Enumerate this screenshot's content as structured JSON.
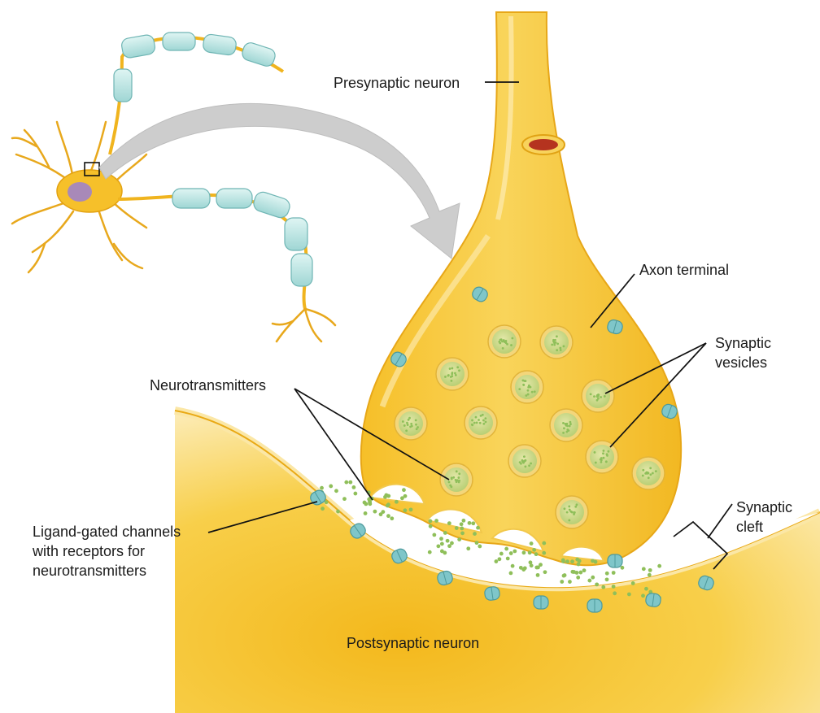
{
  "labels": {
    "presynaptic_neuron": "Presynaptic neuron",
    "axon_terminal": "Axon terminal",
    "synaptic_vesicles_line1": "Synaptic",
    "synaptic_vesicles_line2": "vesicles",
    "neurotransmitters": "Neurotransmitters",
    "ligand_line1": "Ligand-gated channels",
    "ligand_line2": "with receptors for",
    "ligand_line3": "neurotransmitters",
    "synaptic_cleft_line1": "Synaptic",
    "synaptic_cleft_line2": "cleft",
    "postsynaptic_neuron": "Postsynaptic neuron"
  },
  "colors": {
    "neuron_fill": "#f6c02a",
    "neuron_light": "#fbe08c",
    "neuron_edge": "#e6a516",
    "vesicle_ring": "#f3d67a",
    "vesicle_inner": "#c9d68a",
    "neurotransmitter_dot": "#8fbf5a",
    "channel": "#7fc6c9",
    "myelin": "#bfe8e6",
    "arrow": "#c8c8c8",
    "cell_body_nucleus": "#a889b8"
  },
  "icons": {
    "zoom_arrow": "curved-arrow-icon",
    "magnify_box": "square-outline-icon"
  }
}
